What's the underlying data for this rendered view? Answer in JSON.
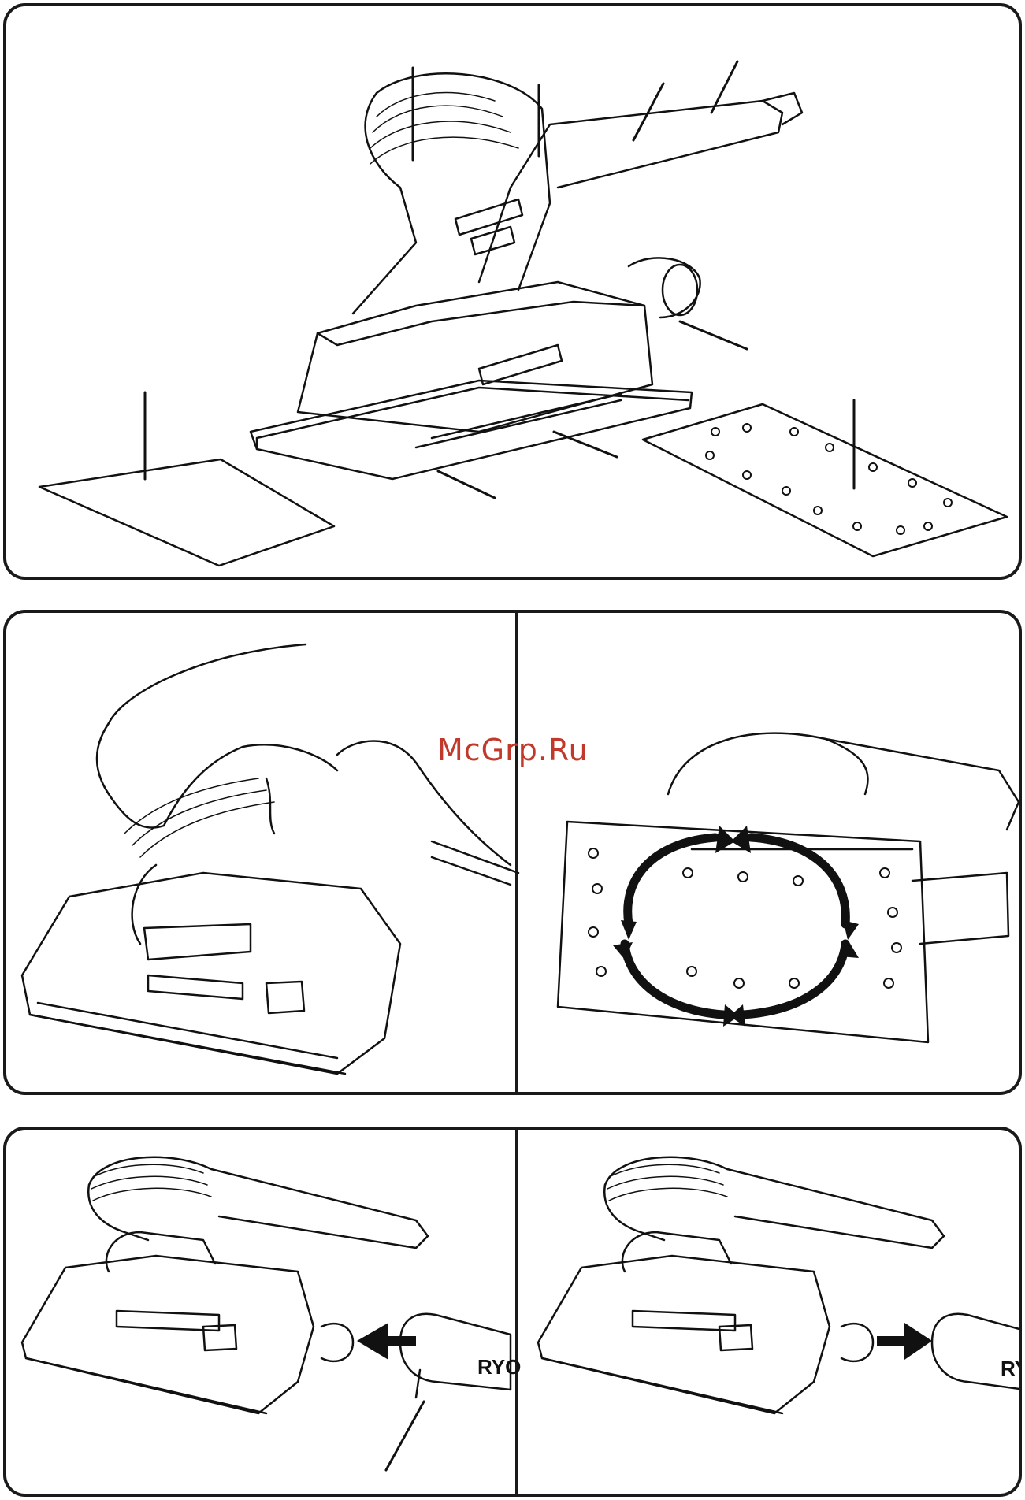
{
  "watermark": {
    "text": "McGrp.Ru",
    "color": "#c0392b"
  },
  "figure3": {
    "vacuum_brand_left": "RYO",
    "vacuum_brand_right": "RY"
  },
  "colors": {
    "line": "#111111",
    "background": "#ffffff"
  },
  "icons": [
    "sander-icon",
    "hand-icon",
    "sanding-plate-icon",
    "sandpaper-sheet-icon",
    "circular-arrows-icon",
    "arrow-right-icon",
    "vacuum-hose-icon"
  ]
}
